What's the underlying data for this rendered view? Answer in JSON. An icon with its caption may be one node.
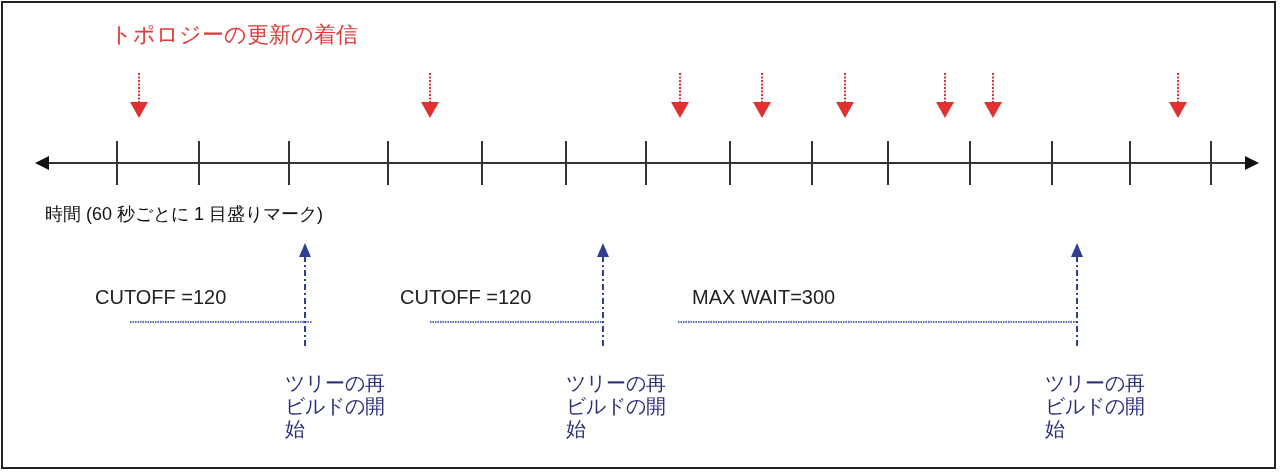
{
  "diagram": {
    "nodes": [
      {
        "text": [
          "ツリーの再ビルドの開始"
        ]
      },
      {
        "text": [
          "ツリーの再ビルドの開始"
        ]
      },
      {
        "text": [
          "ツリーの再ビルドの開始"
        ]
      }
    ],
    "edges": [
      {
        "from": 0,
        "to": null,
        "arrow": "to",
        "style": "dashed"
      },
      {
        "from": 1,
        "to": null,
        "arrow": "to",
        "style": "dashed"
      },
      {
        "from": 2,
        "to": null,
        "arrow": "to",
        "style": "dashed"
      }
    ],
    "labels": [
      "トポロジーの更新の着信",
      "時間 (60 秒ごとに 1 目盛りマーク)",
      "CUTOFF =120",
      "CUTOFF =120",
      "MAX WAIT=300"
    ]
  }
}
